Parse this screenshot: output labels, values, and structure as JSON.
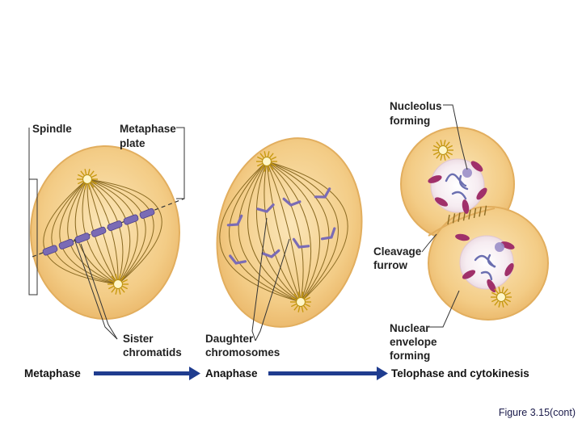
{
  "labels": {
    "spindle": "Spindle",
    "metaphase_plate_1": "Metaphase",
    "metaphase_plate_2": "plate",
    "sister_1": "Sister",
    "sister_2": "chromatids",
    "daughter_1": "Daughter",
    "daughter_2": "chromosomes",
    "nucleolus_1": "Nucleolus",
    "nucleolus_2": "forming",
    "cleavage_1": "Cleavage",
    "cleavage_2": "furrow",
    "nuclear_1": "Nuclear",
    "nuclear_2": "envelope",
    "nuclear_3": "forming"
  },
  "stages": {
    "metaphase": "Metaphase",
    "anaphase": "Anaphase",
    "telophase": "Telophase and cytokinesis"
  },
  "caption": "Figure 3.15(cont)",
  "colors": {
    "cell_fill": "#f3cc86",
    "cell_edge": "#e2ae5e",
    "spindle": "#8a6a22",
    "chromosome": "#7a6bb5",
    "nucleus": "#a0306a",
    "arrow": "#1f3c8f"
  }
}
